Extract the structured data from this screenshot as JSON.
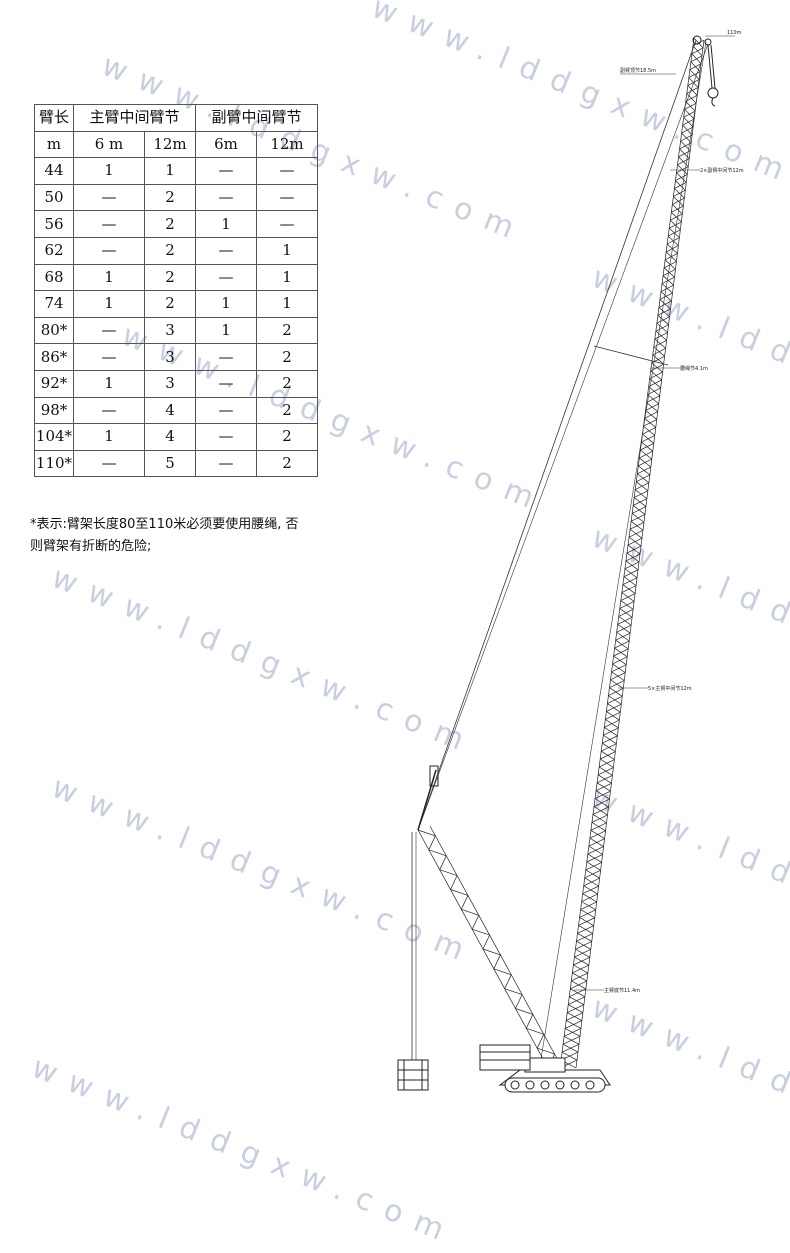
{
  "table": {
    "header_row1": [
      "臂长",
      "主臂中间臂节",
      "副臂中间臂节"
    ],
    "header_row2": [
      "m",
      "6 m",
      "12m",
      "6m",
      "12m"
    ],
    "rows": [
      [
        "44",
        "1",
        "1",
        "—",
        "—"
      ],
      [
        "50",
        "—",
        "2",
        "—",
        "—"
      ],
      [
        "56",
        "—",
        "2",
        "1",
        "—"
      ],
      [
        "62",
        "—",
        "2",
        "—",
        "1"
      ],
      [
        "68",
        "1",
        "2",
        "—",
        "1"
      ],
      [
        "74",
        "1",
        "2",
        "1",
        "1"
      ],
      [
        "80*",
        "—",
        "3",
        "1",
        "2"
      ],
      [
        "86*",
        "—",
        "3",
        "—",
        "2"
      ],
      [
        "92*",
        "1",
        "3",
        "—",
        "2"
      ],
      [
        "98*",
        "—",
        "4",
        "—",
        "2"
      ],
      [
        "104*",
        "1",
        "4",
        "—",
        "2"
      ],
      [
        "110*",
        "—",
        "5",
        "—",
        "2"
      ]
    ]
  },
  "note": {
    "line1": "*表示:臂架长度80至110米必须要使用腰绳, 否",
    "line2": "则臂架有折断的危险;"
  },
  "diagram": {
    "labels": {
      "tip": "110m",
      "jib_top": "副臂顶节18.5m",
      "jib_mid": "2×副臂中间节12m",
      "waist": "腰绳节4.1m",
      "main_mid": "5×主臂中间节12m",
      "main_base": "主臂底节11.4m"
    }
  },
  "watermark": {
    "text1": "www.lddgxw.com",
    "text2": "- - - - - - - -"
  }
}
